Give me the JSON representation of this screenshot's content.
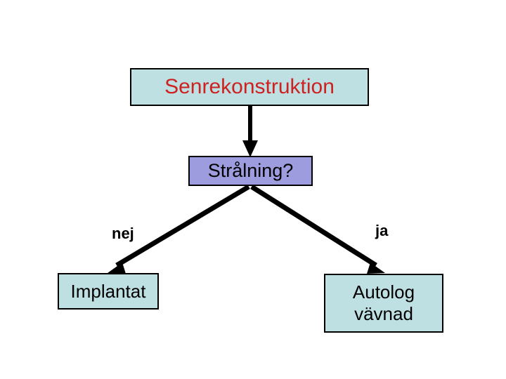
{
  "diagram": {
    "type": "flowchart",
    "title_node": {
      "label": "Senrekonstruktion",
      "fill": "#bfe0e3",
      "text_color": "#cc2222",
      "border_color": "#000000"
    },
    "decision_node": {
      "label": "Strålning?",
      "fill": "#9c9cde",
      "text_color": "#000000",
      "border_color": "#000000"
    },
    "edge_labels": {
      "left": "nej",
      "right": "ja"
    },
    "outcome_nodes": [
      {
        "label": "Implantat",
        "fill": "#bfe0e3",
        "text_color": "#000000",
        "border_color": "#000000"
      },
      {
        "label": "Autolog\nvävnad",
        "line1": "Autolog",
        "line2": "vävnad",
        "fill": "#bfe0e3",
        "text_color": "#000000",
        "border_color": "#000000"
      }
    ],
    "connectors": [
      {
        "name": "title-to-decision",
        "kind": "arrow-down"
      },
      {
        "name": "decision-to-implantat",
        "kind": "arrow-diagonal-left"
      },
      {
        "name": "decision-to-autolog",
        "kind": "arrow-diagonal-right"
      }
    ],
    "background": "#ffffff"
  }
}
